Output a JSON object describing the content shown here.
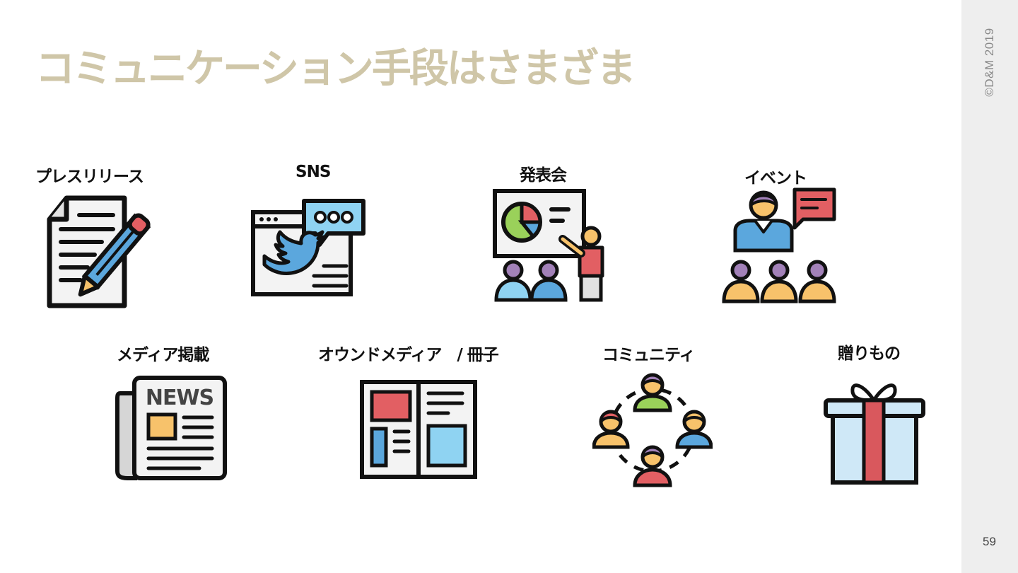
{
  "slide": {
    "title": "コミュニケーション手段はさまざま",
    "copyright": "©D&M 2019",
    "page_number": "59"
  },
  "items": [
    {
      "label": "プレスリリース",
      "icon": "press-release-icon"
    },
    {
      "label": "SNS",
      "icon": "sns-twitter-icon"
    },
    {
      "label": "発表会",
      "icon": "presentation-icon"
    },
    {
      "label": "イベント",
      "icon": "event-icon"
    },
    {
      "label": "メディア掲載",
      "icon": "newspaper-icon"
    },
    {
      "label": "オウンドメディア　/ 冊子",
      "icon": "magazine-icon"
    },
    {
      "label": "コミュニティ",
      "icon": "community-icon"
    },
    {
      "label": "贈りもの",
      "icon": "gift-icon"
    }
  ],
  "icon_text": {
    "news": "NEWS"
  },
  "colors": {
    "title": "#cfc6a8",
    "blue": "#5ba7dd",
    "red": "#e25f63",
    "yellow": "#f7c26b",
    "purple": "#a281b8",
    "green": "#9ad15a",
    "light_blue": "#8fd3f2"
  }
}
